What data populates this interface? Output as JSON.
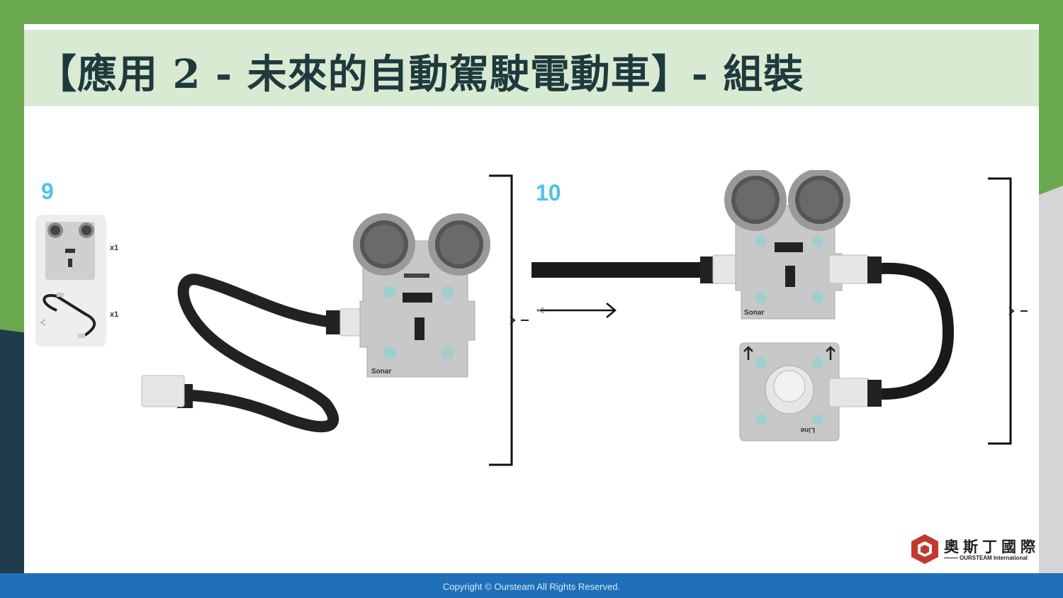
{
  "slide": {
    "title": "【應用 2 - 未來的自動駕駛電動車】- 組裝",
    "copyright": "Copyright © Oursteam All Rights Reserved."
  },
  "steps": [
    {
      "number": "9",
      "parts": [
        {
          "name": "Sonar",
          "qty": "x1"
        },
        {
          "name": "cable",
          "qty": "x1"
        }
      ]
    },
    {
      "number": "10"
    }
  ],
  "boards": {
    "sonar_label": "Sonar",
    "line_label": "Line"
  },
  "brand": {
    "name_cn": "奧斯丁國際",
    "name_en": "OURSTEAM International"
  },
  "colors": {
    "accent_green": "#6aa84f",
    "title_bg": "#d9ead3",
    "footer_blue": "#1f70b8",
    "step_number": "#4fc3e8",
    "logo_red": "#c0392b"
  }
}
